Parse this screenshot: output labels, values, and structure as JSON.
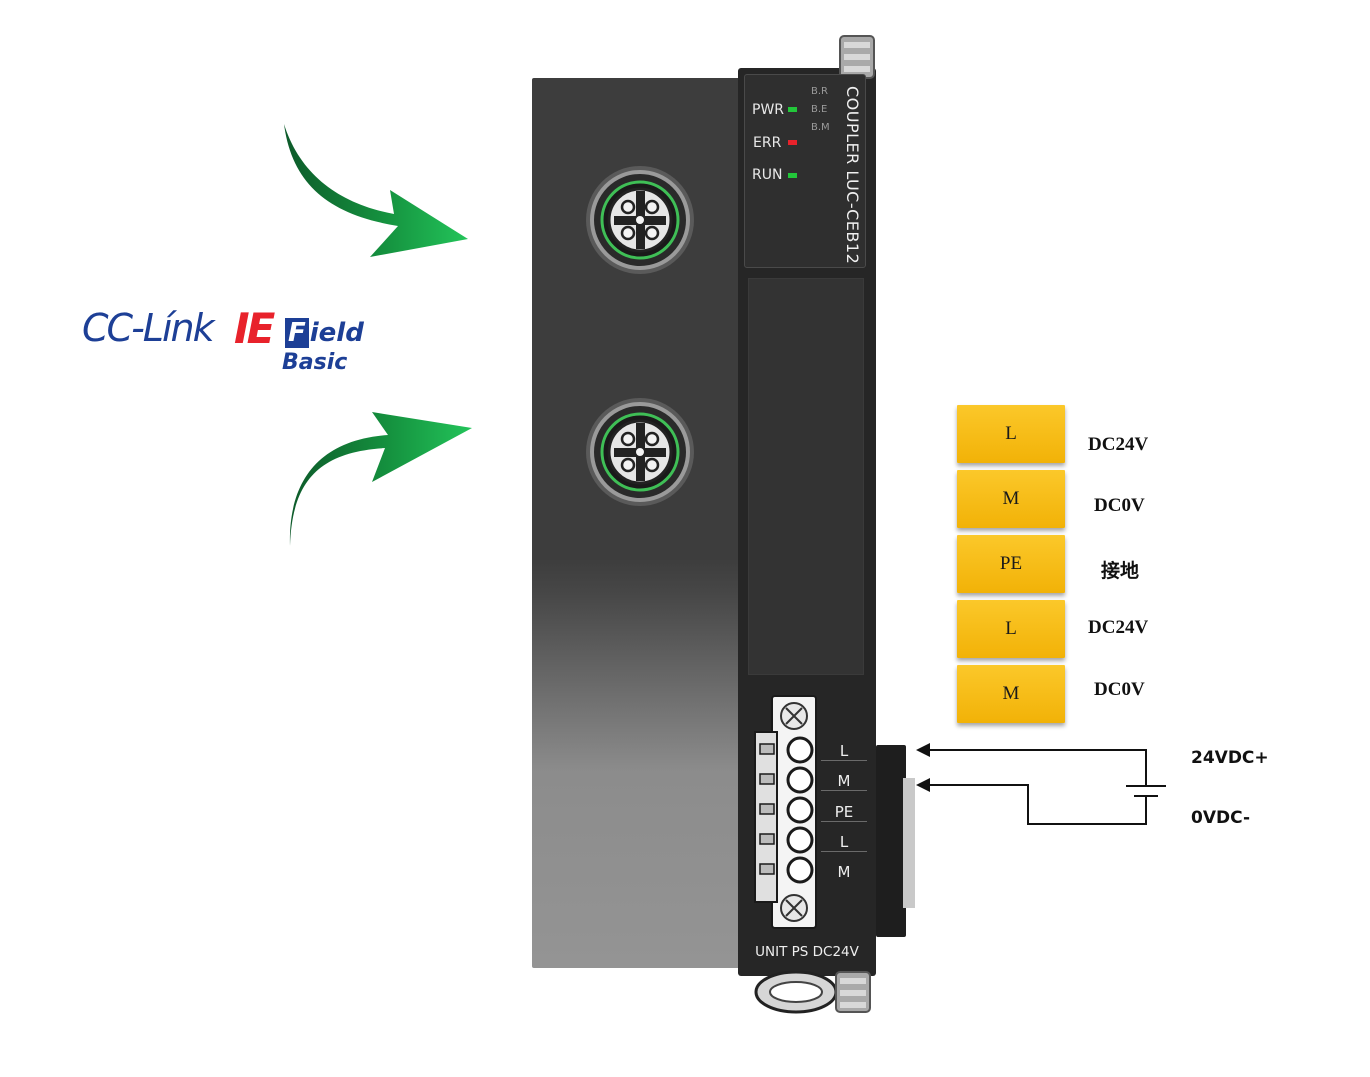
{
  "logo": {
    "brand": "CC-Línk",
    "ie": "IE",
    "field_initial": "F",
    "field_rest": "ield",
    "basic": "Basic"
  },
  "device": {
    "model": "COUPLER LUC-CEB12",
    "leds": [
      {
        "label": "PWR",
        "color": "#22c73a"
      },
      {
        "label": "ERR",
        "color": "#e8222b"
      },
      {
        "label": "RUN",
        "color": "#22c73a"
      }
    ],
    "bus_indicators": [
      "B.R",
      "B.E",
      "B.M"
    ],
    "terminal_labels": [
      "L",
      "M",
      "PE",
      "L",
      "M"
    ],
    "power_label": "UNIT PS DC24V"
  },
  "pins": [
    {
      "name": "L",
      "desc": "DC24V"
    },
    {
      "name": "M",
      "desc": "DC0V"
    },
    {
      "name": "PE",
      "desc": "接地"
    },
    {
      "name": "L",
      "desc": "DC24V"
    },
    {
      "name": "M",
      "desc": "DC0V"
    }
  ],
  "supply": {
    "positive": "24VDC+",
    "negative": "0VDC-"
  },
  "colors": {
    "arrow_green": "#1aa84a",
    "pin_yellow": "#f5b90f",
    "logo_blue": "#1d3f96",
    "logo_red": "#e8222b"
  }
}
